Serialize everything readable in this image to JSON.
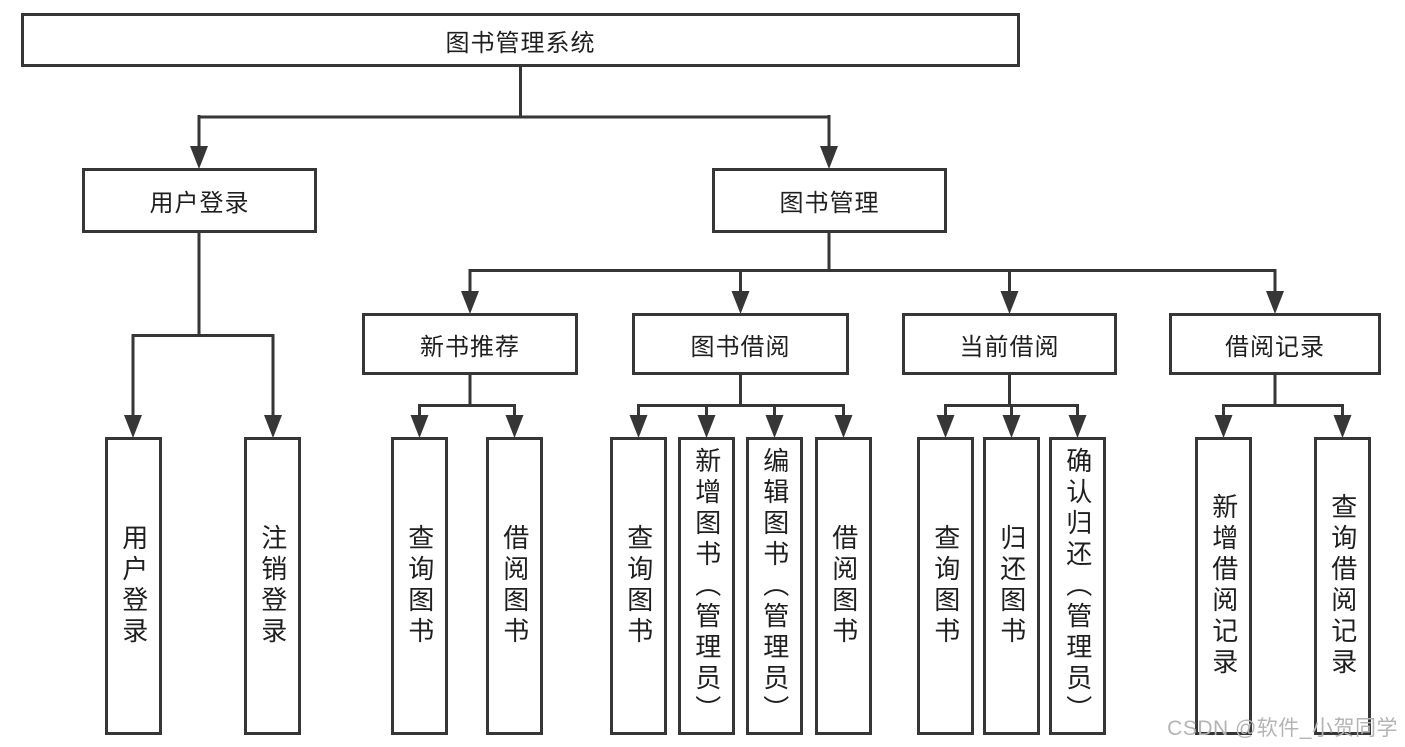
{
  "diagram": {
    "tree": {
      "label": "图书管理系统",
      "children": [
        {
          "label": "用户登录",
          "children": [
            {
              "label": "用户登录"
            },
            {
              "label": "注销登录"
            }
          ]
        },
        {
          "label": "图书管理",
          "children": [
            {
              "label": "新书推荐",
              "children": [
                {
                  "label": "查询图书"
                },
                {
                  "label": "借阅图书"
                }
              ]
            },
            {
              "label": "图书借阅",
              "children": [
                {
                  "label": "查询图书"
                },
                {
                  "label": "新增图书（管理员）"
                },
                {
                  "label": "编辑图书（管理员）"
                },
                {
                  "label": "借阅图书"
                }
              ]
            },
            {
              "label": "当前借阅",
              "children": [
                {
                  "label": "查询图书"
                },
                {
                  "label": "归还图书"
                },
                {
                  "label": "确认归还（管理员）"
                }
              ]
            },
            {
              "label": "借阅记录",
              "children": [
                {
                  "label": "新增借阅记录"
                },
                {
                  "label": "查询借阅记录"
                }
              ]
            }
          ]
        }
      ]
    },
    "line_color": "#363636"
  },
  "watermark": {
    "text": "CSDN @软件_小贺同学",
    "color": "#b4b4b4"
  }
}
